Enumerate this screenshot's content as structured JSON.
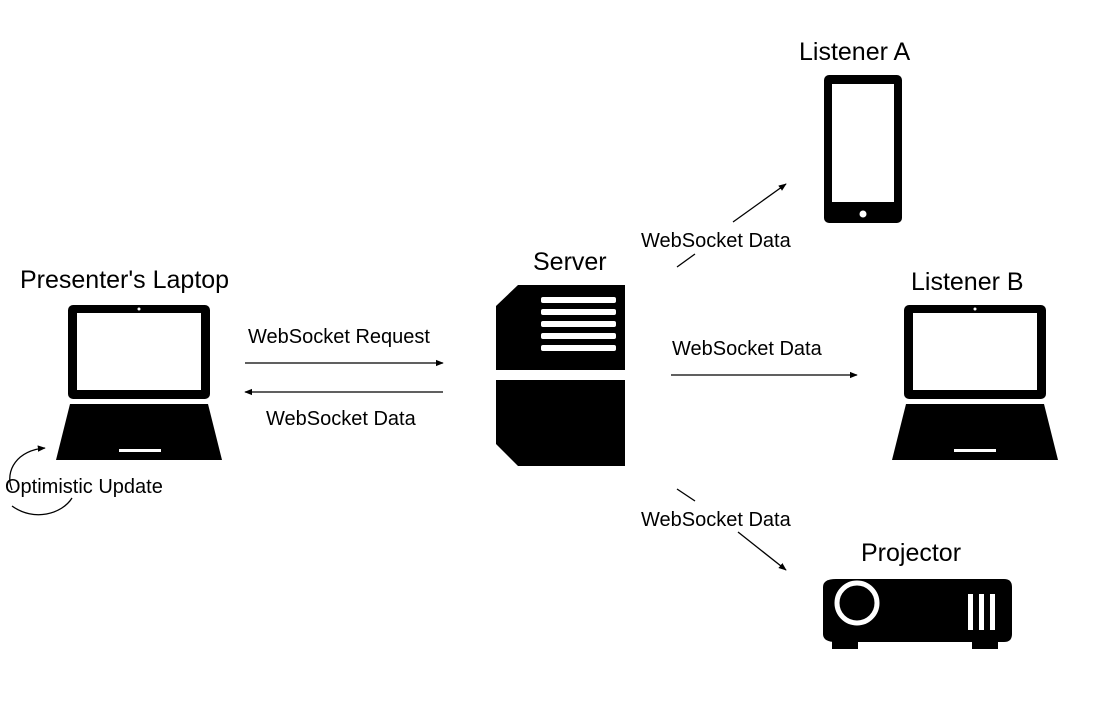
{
  "nodes": {
    "laptop": "Presenter's Laptop",
    "server": "Server",
    "listener_a": "Listener A",
    "listener_b": "Listener B",
    "projector": "Projector"
  },
  "edges": {
    "request": "WebSocket Request",
    "data_back": "WebSocket Data",
    "data_a": "WebSocket Data",
    "data_b": "WebSocket Data",
    "data_projector": "WebSocket Data",
    "optimistic": "Optimistic Update"
  },
  "icons": [
    "laptop-icon",
    "server-icon",
    "phone-icon",
    "laptop-icon",
    "projector-icon"
  ]
}
